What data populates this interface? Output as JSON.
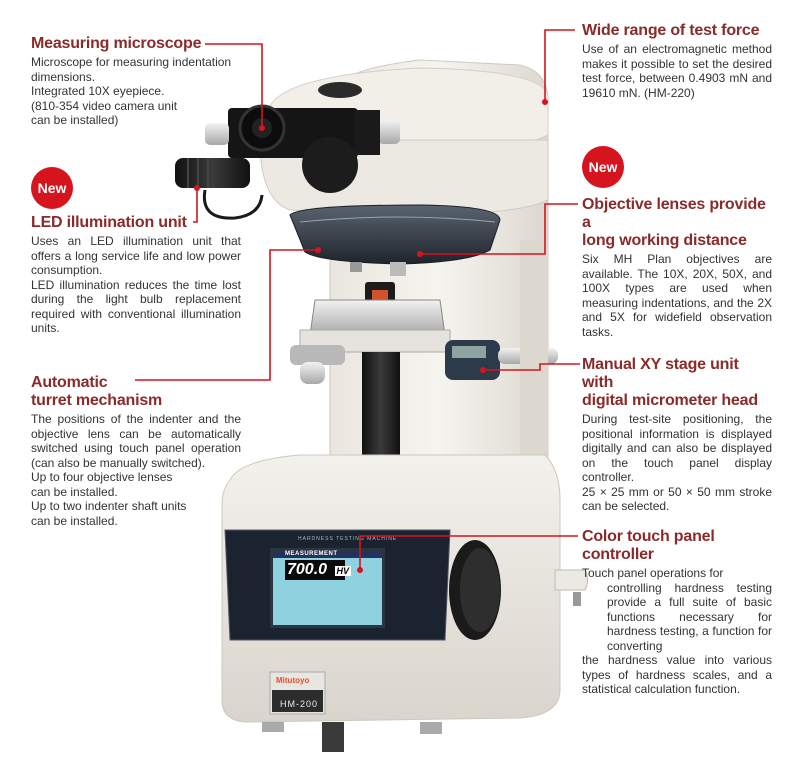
{
  "accent_color": "#d6141e",
  "heading_color": "#8a2b2b",
  "badges": [
    {
      "label": "New"
    },
    {
      "label": "New"
    }
  ],
  "callouts": {
    "measuring_microscope": {
      "title": "Measuring microscope",
      "lines": [
        "Microscope for measuring indentation dimensions.",
        "Integrated 10X eyepiece.",
        "(810-354 video camera unit",
        "can be installed)"
      ]
    },
    "led_illumination": {
      "title": "LED illumination unit",
      "lines": [
        "Uses an LED illumination unit that offers a long service life and low power consumption.",
        "LED illumination reduces the time lost during the light bulb replacement required with conventional illumination units."
      ]
    },
    "automatic_turret": {
      "title_line1": "Automatic",
      "title_line2": "turret mechanism",
      "lines": [
        "The positions of the indenter and the objective lens can be automatically switched using touch panel operation (can also be manually switched).",
        "Up to four objective lenses",
        "can be installed.",
        "Up to two indenter shaft units",
        "can be installed."
      ]
    },
    "test_force": {
      "title": "Wide range of test force",
      "lines": [
        "Use of an electromagnetic method makes it possible to set the desired test force, between 0.4903 mN and 19610 mN. (HM-220)"
      ]
    },
    "objective_lenses": {
      "title_line1": "Objective lenses provide a",
      "title_line2": "long working distance",
      "lines": [
        "Six MH Plan objectives are available. The 10X, 20X, 50X, and 100X types are used when measuring indentations, and the 2X and 5X for widefield observation tasks."
      ]
    },
    "xy_stage": {
      "title_line1": "Manual XY stage unit with",
      "title_line2": "digital micrometer head",
      "lines": [
        "During test-site positioning, the positional information is displayed digitally and can also be displayed on the touch panel display controller.",
        "25 × 25 mm or 50 × 50 mm stroke can be selected."
      ]
    },
    "touch_panel": {
      "title": "Color touch panel controller",
      "lines": [
        "Touch panel operations for",
        "controlling hardness testing provide a full suite of basic functions necessary for hardness testing, a function for converting",
        "the hardness value into various types of hardness scales, and a statistical calculation function."
      ]
    }
  },
  "machine": {
    "screen_header": "MEASUREMENT",
    "screen_value": "700.0",
    "screen_unit": "HV",
    "panel_caption": "HARDNESS TESTING MACHINE",
    "brand": "Mitutoyo",
    "model": "HM-200"
  }
}
